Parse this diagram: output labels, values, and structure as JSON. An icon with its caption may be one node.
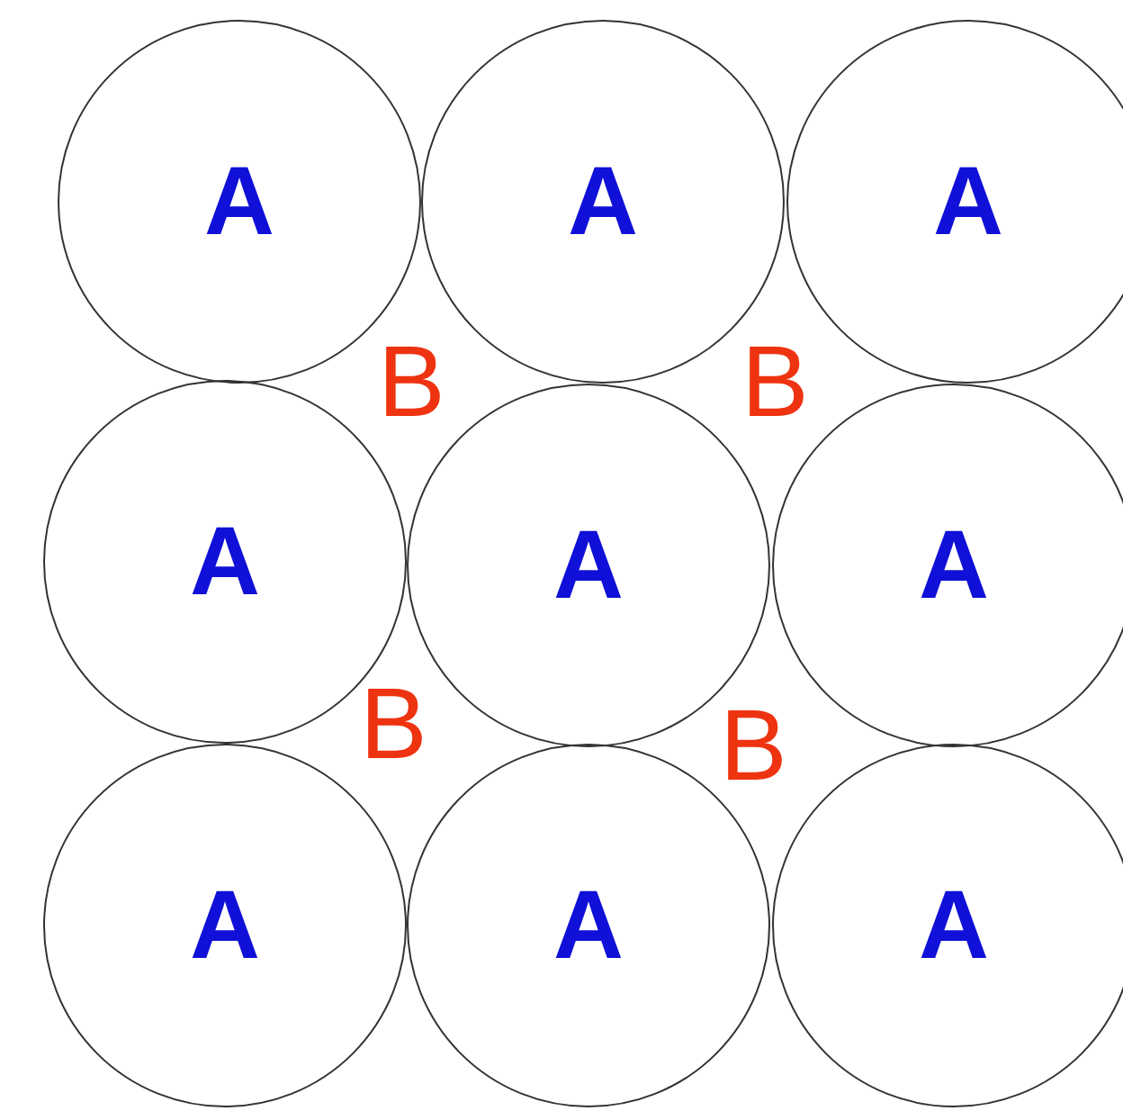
{
  "diagram": {
    "nodes": [
      {
        "text": [
          "A"
        ]
      },
      {
        "text": [
          "A"
        ]
      },
      {
        "text": [
          "A"
        ]
      },
      {
        "text": [
          "A"
        ]
      },
      {
        "text": [
          "A"
        ]
      },
      {
        "text": [
          "A"
        ]
      },
      {
        "text": [
          "A"
        ]
      },
      {
        "text": [
          "A"
        ]
      },
      {
        "text": [
          "A"
        ]
      }
    ],
    "labels": [
      "B",
      "B",
      "B",
      "B"
    ]
  }
}
